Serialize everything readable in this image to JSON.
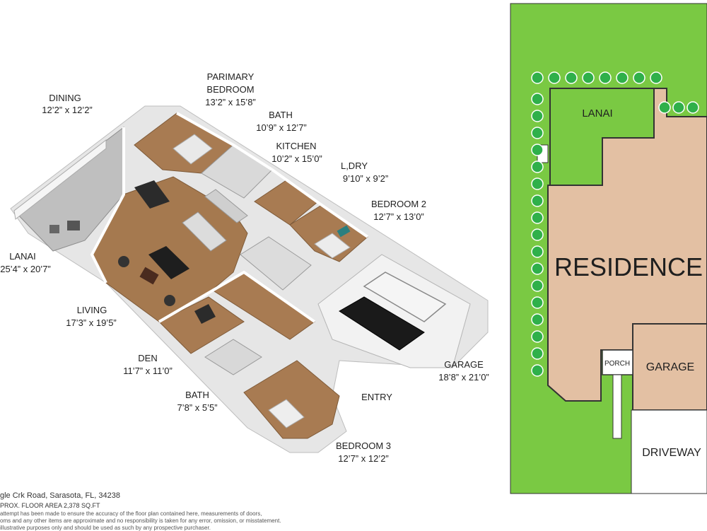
{
  "floor_plan": {
    "rooms": [
      {
        "id": "dining",
        "name": "DINING",
        "dims": "12’2” x 12’2”"
      },
      {
        "id": "primary-bedroom",
        "name_line1": "PARIMARY",
        "name_line2": "BEDROOM",
        "dims": "13’2” x 15’8”"
      },
      {
        "id": "bath-1",
        "name": "BATH",
        "dims": "10’9” x 12’7”"
      },
      {
        "id": "kitchen",
        "name": "KITCHEN",
        "dims": "10’2” x 15’0”"
      },
      {
        "id": "laundry",
        "name": "L,DRY",
        "dims": "9’10” x 9’2”"
      },
      {
        "id": "bedroom-2",
        "name": "BEDROOM 2",
        "dims": "12’7” x 13’0”"
      },
      {
        "id": "lanai",
        "name": "LANAI",
        "dims": "25’4” x 20’7”"
      },
      {
        "id": "living",
        "name": "LIVING",
        "dims": "17’3” x 19’5”"
      },
      {
        "id": "den",
        "name": "DEN",
        "dims": "11’7” x 11’0”"
      },
      {
        "id": "bath-2",
        "name": "BATH",
        "dims": "7’8” x 5’5”"
      },
      {
        "id": "entry",
        "name": "ENTRY"
      },
      {
        "id": "garage",
        "name": "GARAGE",
        "dims": "18’8” x 21’0”"
      },
      {
        "id": "bedroom-3",
        "name": "BEDROOM 3",
        "dims": "12’7” x 12’2”"
      }
    ],
    "footer": {
      "address": "gle Crk Road, Sarasota, FL, 34238",
      "area": "PROX. FLOOR AREA 2,378 SQ.FT",
      "disclaimer": [
        "attempt has been made to ensure the accuracy of the floor plan contained here, measurements of doors,",
        "oms and any other items are approximate and no responsibility is taken for any error, omission, or misstatement.",
        "illustrative purposes only and should be used as such by any prospective purchaser."
      ]
    }
  },
  "site_plan": {
    "labels": {
      "lanai": "LANAI",
      "residence": "RESIDENCE",
      "porch": "PORCH",
      "garage": "GARAGE",
      "driveway": "DRIVEWAY"
    },
    "colors": {
      "lawn": "#7ac943",
      "building": "#e3c0a3",
      "tree": "#2fb04a",
      "outline": "#333333"
    }
  }
}
